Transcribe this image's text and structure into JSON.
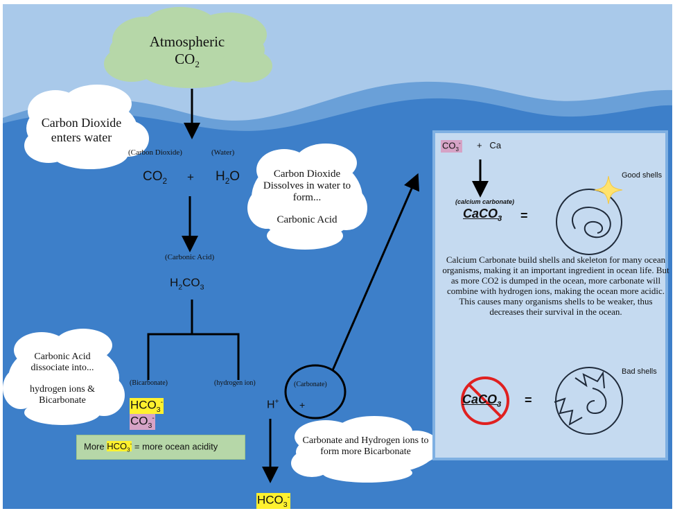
{
  "colors": {
    "sky": "#a9c9ea",
    "ocean": "#3d7fc9",
    "panel": "#c5daf0",
    "green_box": "#b6d7a8",
    "highlight_yellow": "#fff12e",
    "highlight_pink": "#d6a3c6",
    "cloud_green": "#b6d7a8",
    "no_sign_red": "#e02020"
  },
  "atmosphere_cloud": {
    "line1": "Atmospheric",
    "formula": "CO",
    "sub": "2"
  },
  "cloud_enters": {
    "text": "Carbon Dioxide enters water"
  },
  "cloud_dissolves": {
    "line1": "Carbon Dioxide Dissolves in water to form...",
    "line2": "Carbonic Acid"
  },
  "cloud_dissociate": {
    "line1": "Carbonic Acid dissociate into...",
    "line2": "hydrogen ions & Bicarbonate"
  },
  "cloud_carbonate": {
    "text": "Carbonate and Hydrogen ions to form more Bicarbonate"
  },
  "reactants": {
    "co2_label": "(Carbon Dioxide)",
    "water_label": "(Water)",
    "co2": "CO",
    "co2_sub": "2",
    "plus": "+",
    "h2o_h": "H",
    "h2o_sub": "2",
    "h2o_o": "O"
  },
  "carbonic": {
    "label": "(Carbonic Acid)",
    "f1": "H",
    "s1": "2",
    "f2": "CO",
    "s2": "3"
  },
  "products": {
    "bicarbonate_label": "(Bicarbonate)",
    "hydrogen_label": "(hydrogen ion)",
    "carbonate_label": "(Carbonate)",
    "hco3": "HCO",
    "hco3_sub": "3",
    "hco3_sup": "-",
    "co3": "CO",
    "co3_sub": "3",
    "co3_sup": "-",
    "h": "H",
    "h_sup": "+",
    "plus": "+"
  },
  "green_box": {
    "prefix": "More ",
    "hco3": "HCO",
    "sub": "3",
    "sup": "-",
    "suffix": " = more ocean acidity"
  },
  "bottom_product": {
    "hco3": "HCO",
    "sub": "3",
    "sup": "-"
  },
  "panel": {
    "co3": "CO",
    "co3_sub": "3",
    "co3_sup": "-",
    "plus_ca": "+   Ca",
    "calcium_label": "(calcium carbonate)",
    "caco3": "CaCO",
    "caco3_sub": "3",
    "equals": "=",
    "good_shells": "Good shells",
    "bad_shells": "Bad shells",
    "paragraph": "Calcium Carbonate build shells and skeleton for many ocean organisms, making it an important ingredient in ocean life. But as more CO2 is dumped in the ocean, more carbonate will combine with hydrogen ions, making the ocean more acidic. This causes many organisms shells to be weaker, thus decreases their survival  in the ocean."
  },
  "icons": [
    "sparkle-icon",
    "no-sign-icon",
    "good-shell-icon",
    "bad-shell-icon"
  ]
}
